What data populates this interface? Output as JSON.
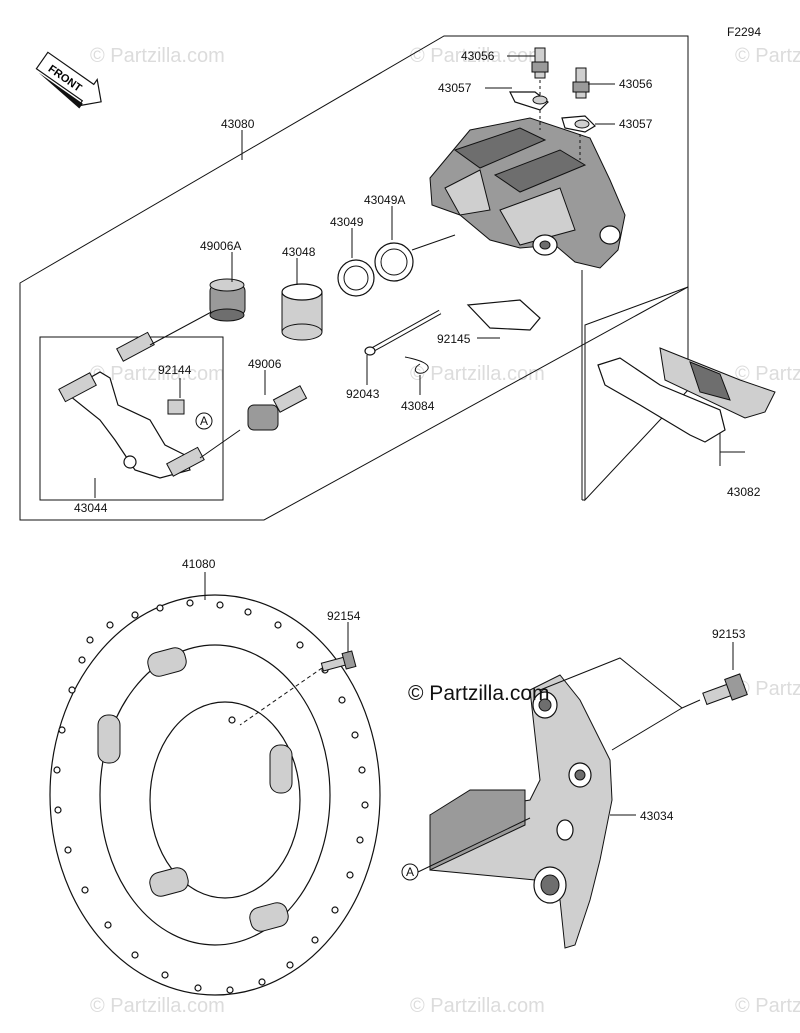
{
  "diagram": {
    "figure_id": "F2294",
    "copyright": "© Partzilla.com",
    "watermark_text": "© Partzilla.com",
    "front_label": "FRONT",
    "ref_marker": "A",
    "parts": {
      "p43056_top": "43056",
      "p43056_right": "43056",
      "p43057_left": "43057",
      "p43057_right": "43057",
      "p43080": "43080",
      "p43049A": "43049A",
      "p43049": "43049",
      "p43048": "43048",
      "p49006A": "49006A",
      "p92144": "92144",
      "p49006": "49006",
      "p92145": "92145",
      "p92043": "92043",
      "p43084": "43084",
      "p43044": "43044",
      "p43082": "43082",
      "p41080": "41080",
      "p92154": "92154",
      "p92153": "92153",
      "p43034": "43034"
    }
  }
}
